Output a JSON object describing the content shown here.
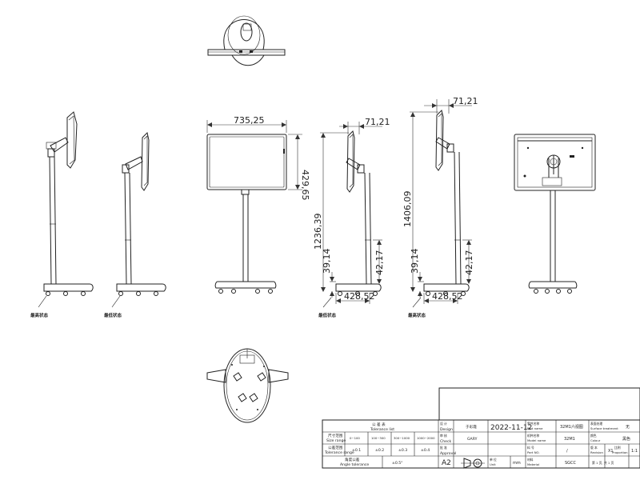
{
  "dimensions": {
    "screen_width": "735,25",
    "screen_height": "429,65",
    "offset_front": "71,21",
    "offset_side": "71,21",
    "height_low": "1236,39",
    "height_high": "1406,09",
    "base_height_1": "39,14",
    "base_height_2": "39,14",
    "lower_pole_1": "42,17",
    "lower_pole_2": "42,17",
    "base_width_1": "428,52",
    "base_width_2": "428,52"
  },
  "notes": {
    "lowest_state": "最低状态",
    "highest_state": "最高状态"
  },
  "title_block": {
    "tolerance_table_cn": "公 差 表",
    "tolerance_table_en": "Tolerance list",
    "size_range_cn": "尺寸范围",
    "size_range_en": "Size range",
    "ranges": [
      "0~100",
      "100~300",
      "300~1000",
      "1000~2000"
    ],
    "tolerance_range_cn": "公差范围",
    "tolerance_range_en": "Tolerance range",
    "tolerances": [
      "±0.1",
      "±0.2",
      "±0.3",
      "±0.4"
    ],
    "angle_tol_cn": "角度公差",
    "angle_tol_en": "Angle tolerance",
    "angle_value": "±0.5°",
    "design_label": "Design",
    "design_cn": "设 计",
    "designer": "于彩霞",
    "date": "2022-11-12",
    "check_label": "Check",
    "check_cn": "审 核",
    "checker": "GARY",
    "approval_label": "Approval",
    "approval_cn": "批 准",
    "part_name_cn": "零件名称",
    "part_name_en": "Part name",
    "part_name": "32M1六视图",
    "model_cn": "机种名称",
    "model_en": "Model name",
    "model": "32M1",
    "part_no_cn": "料 号",
    "part_no_en": "Part NO.",
    "part_no": "/",
    "material_cn": "材料",
    "material_en": "Material",
    "material": "SGCC",
    "surface_cn": "表面处理",
    "surface_en": "Surface treatment",
    "surface": "无",
    "colour_cn": "颜色",
    "colour_en": "Colour",
    "colour": "黑色",
    "revision_en": "Revision",
    "revision": "X1",
    "ver_cn": "版 本",
    "proportion_cn": "比例",
    "proportion_en": "Proportion",
    "proportion": "1:1",
    "sheet_size": "A2",
    "unit_cn": "单 位",
    "unit_en": "Unit",
    "unit": "mm",
    "page": "第 1 页, 共 1 页"
  }
}
